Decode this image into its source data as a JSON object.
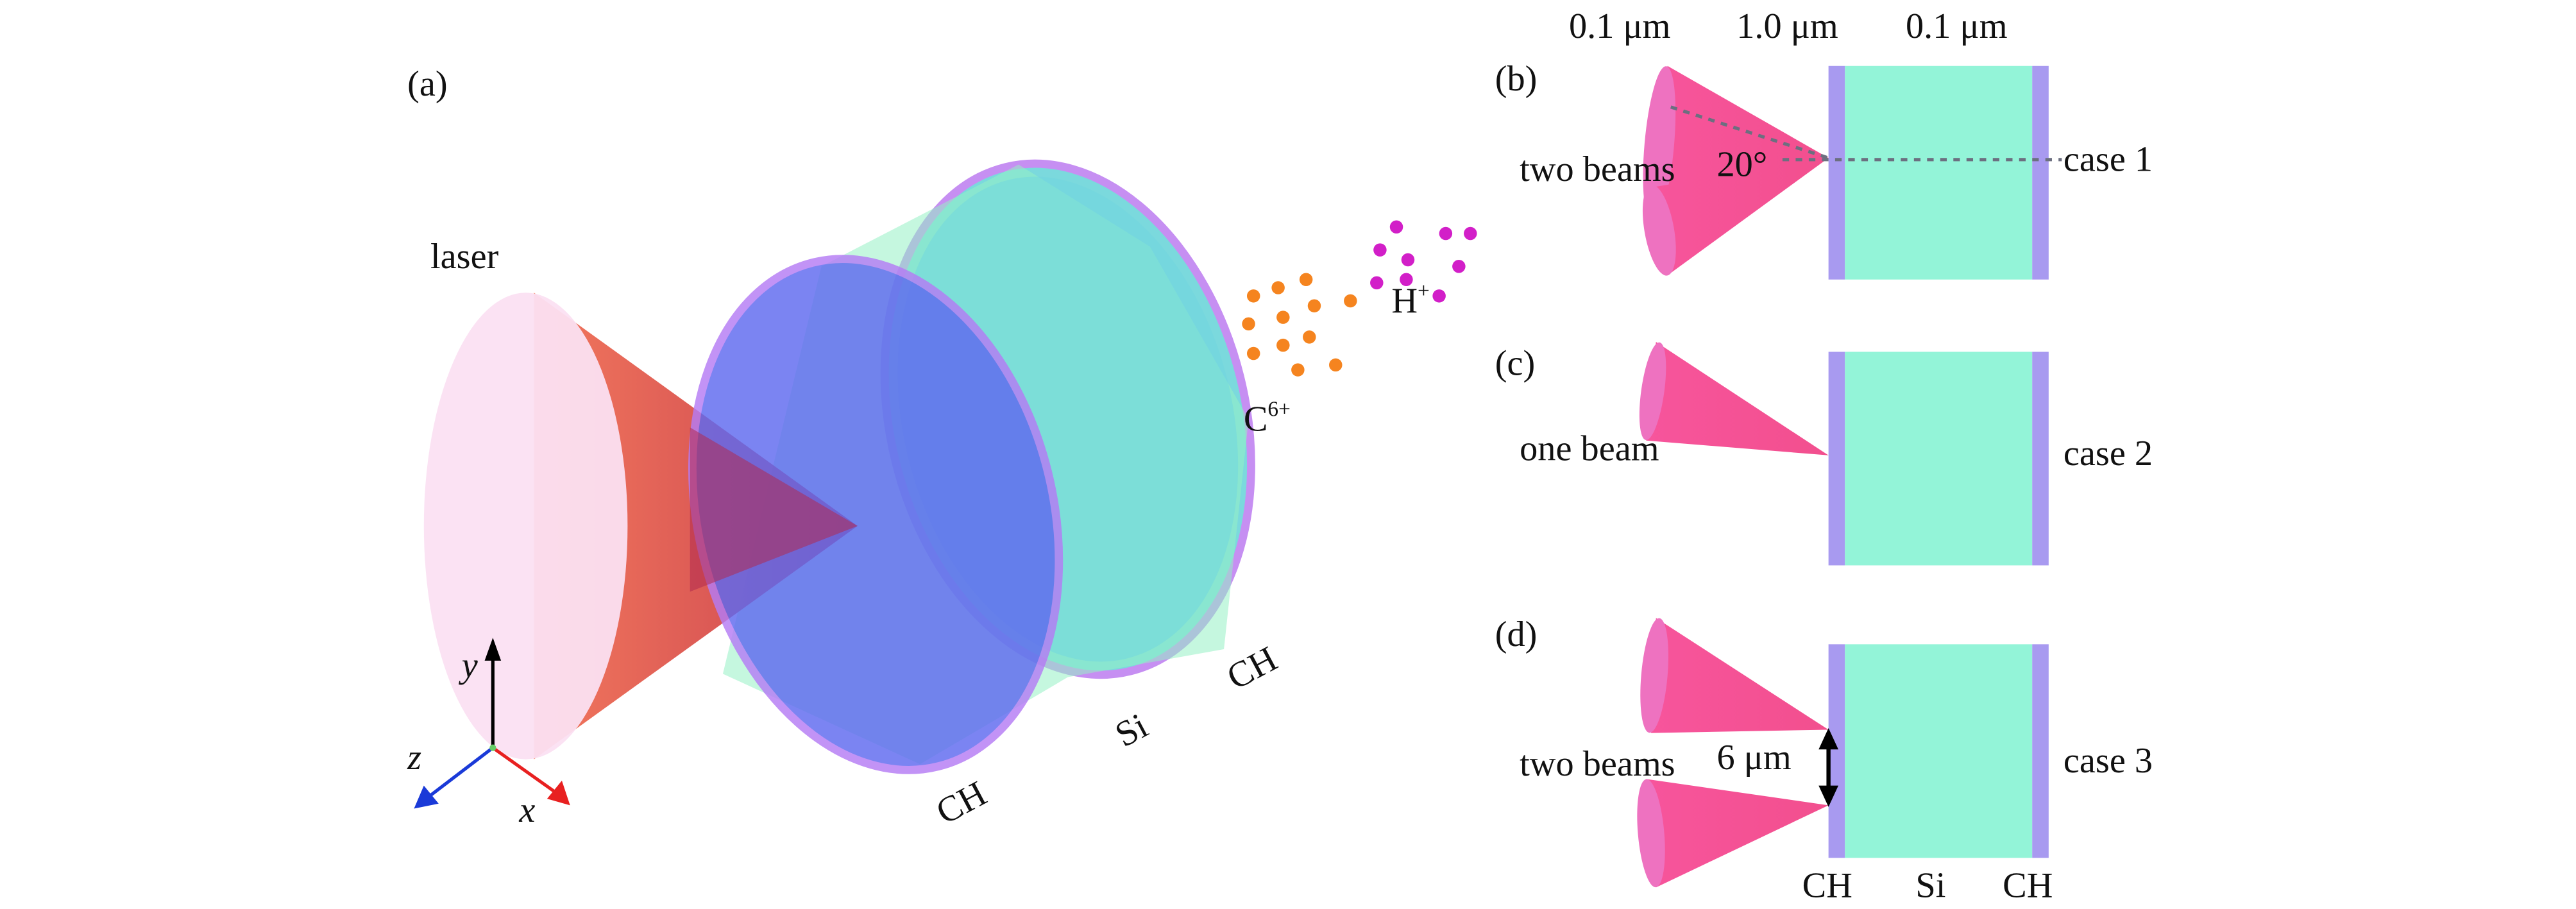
{
  "panel_a": {
    "label": "(a)",
    "laser_label": "laser",
    "layers": {
      "front": "CH",
      "middle": "Si",
      "back": "CH"
    },
    "ions": {
      "carbon_base": "C",
      "carbon_charge": "6+",
      "proton_base": "H",
      "proton_charge": "+"
    },
    "axes": {
      "x": "x",
      "y": "y",
      "z": "z"
    }
  },
  "panel_b": {
    "label": "(b)",
    "beam_label": "two beams",
    "angle": "20°",
    "case": "case 1"
  },
  "panel_c": {
    "label": "(c)",
    "beam_label": "one beam",
    "case": "case 2"
  },
  "panel_d": {
    "label": "(d)",
    "beam_label": "two beams",
    "separation": "6 μm",
    "case": "case 3",
    "bottom_labels": [
      "CH",
      "Si",
      "CH"
    ]
  },
  "thickness_labels": [
    "0.1 μm",
    "1.0 μm",
    "0.1 μm"
  ],
  "colors": {
    "ch_layer": "#a89af0",
    "si_layer": "#93f4d8",
    "beam": "#f7559c",
    "beam_base": "#ee72c0",
    "carbon_ion": "#f5841f",
    "proton": "#d21fc8",
    "front_disk": "#5f6af0",
    "back_disk": "#74d8dc"
  }
}
